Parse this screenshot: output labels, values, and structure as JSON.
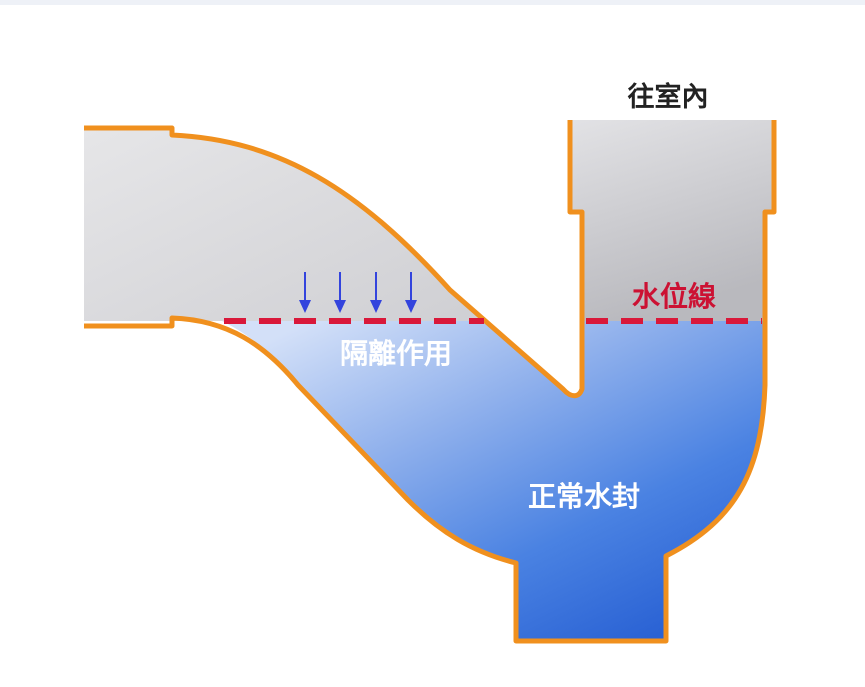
{
  "labels": {
    "indoor": "往室內",
    "water_level": "水位線",
    "isolation": "隔離作用",
    "normal_seal": "正常水封"
  },
  "colors": {
    "pipe_outline": "#f0901e",
    "air_gray": "#d9d9dc",
    "water_light": "#c5d6f5",
    "water_dark": "#2e68d6",
    "water_line": "#d9183a",
    "arrow": "#3344dd",
    "label_dark": "#222222",
    "label_red": "#cc1133",
    "label_white": "#ffffff"
  },
  "icons": [
    "down-arrow-icon"
  ]
}
